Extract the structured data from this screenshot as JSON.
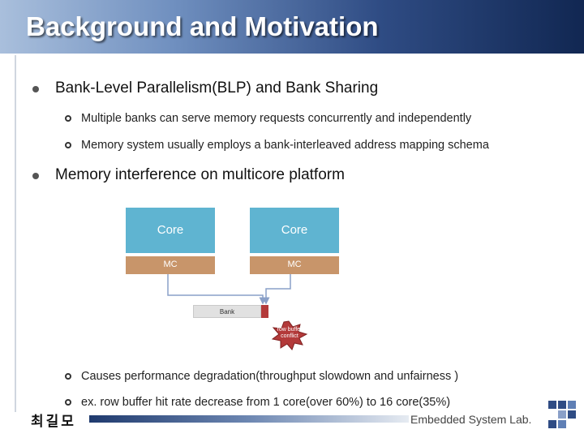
{
  "slide": {
    "title": "Background and Motivation",
    "bullets": [
      {
        "text": "Bank-Level Parallelism(BLP) and Bank Sharing",
        "sub": [
          "Multiple banks can serve memory requests concurrently and independently",
          "Memory system usually employs a bank-interleaved address mapping schema"
        ]
      },
      {
        "text": "Memory interference on multicore platform",
        "sub": [
          "Causes performance degradation(throughput slowdown and unfairness )",
          "ex. row buffer hit rate decrease from 1 core(over 60%) to 16 core(35%)"
        ]
      }
    ]
  },
  "diagram": {
    "core_left": "Core",
    "core_right": "Core",
    "mc_left": "MC",
    "mc_right": "MC",
    "bank": "Bank",
    "conflict": "row buffer conflict"
  },
  "footer": {
    "author": "최길모",
    "lab": "Embedded System Lab."
  },
  "colors": {
    "core": "#5fb4d1",
    "mc": "#c8956a",
    "conflict": "#b33a3a",
    "title_bar": "#2f4c84"
  }
}
